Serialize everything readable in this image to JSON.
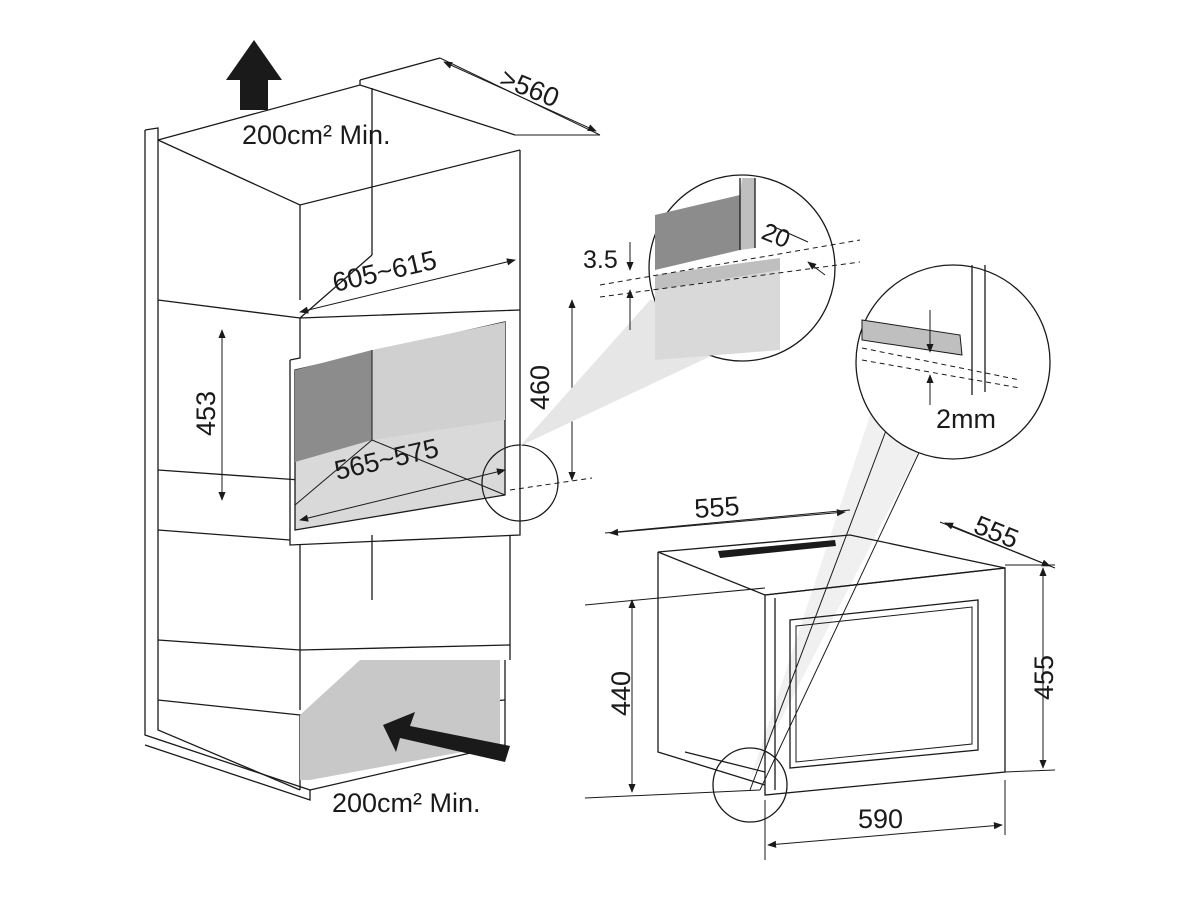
{
  "labels": {
    "vent_top": "200cm² Min.",
    "vent_bottom": "200cm² Min.",
    "depth_min": ">560",
    "niche_width": "605~615",
    "inner_width": "565~575",
    "niche_height": "453",
    "opening_height": "460",
    "gap_top": "3.5",
    "recess": "20",
    "door_gap": "2mm",
    "appliance_width": "555",
    "appliance_depth": "555",
    "appliance_height": "440",
    "front_height": "455",
    "front_width": "590"
  },
  "colors": {
    "line": "#1a1a1a",
    "light_fill": "#d9d9d9",
    "mid_fill": "#bfbfbf",
    "dark_fill": "#8c8c8c",
    "callout_fill": "#dcdcdc"
  }
}
